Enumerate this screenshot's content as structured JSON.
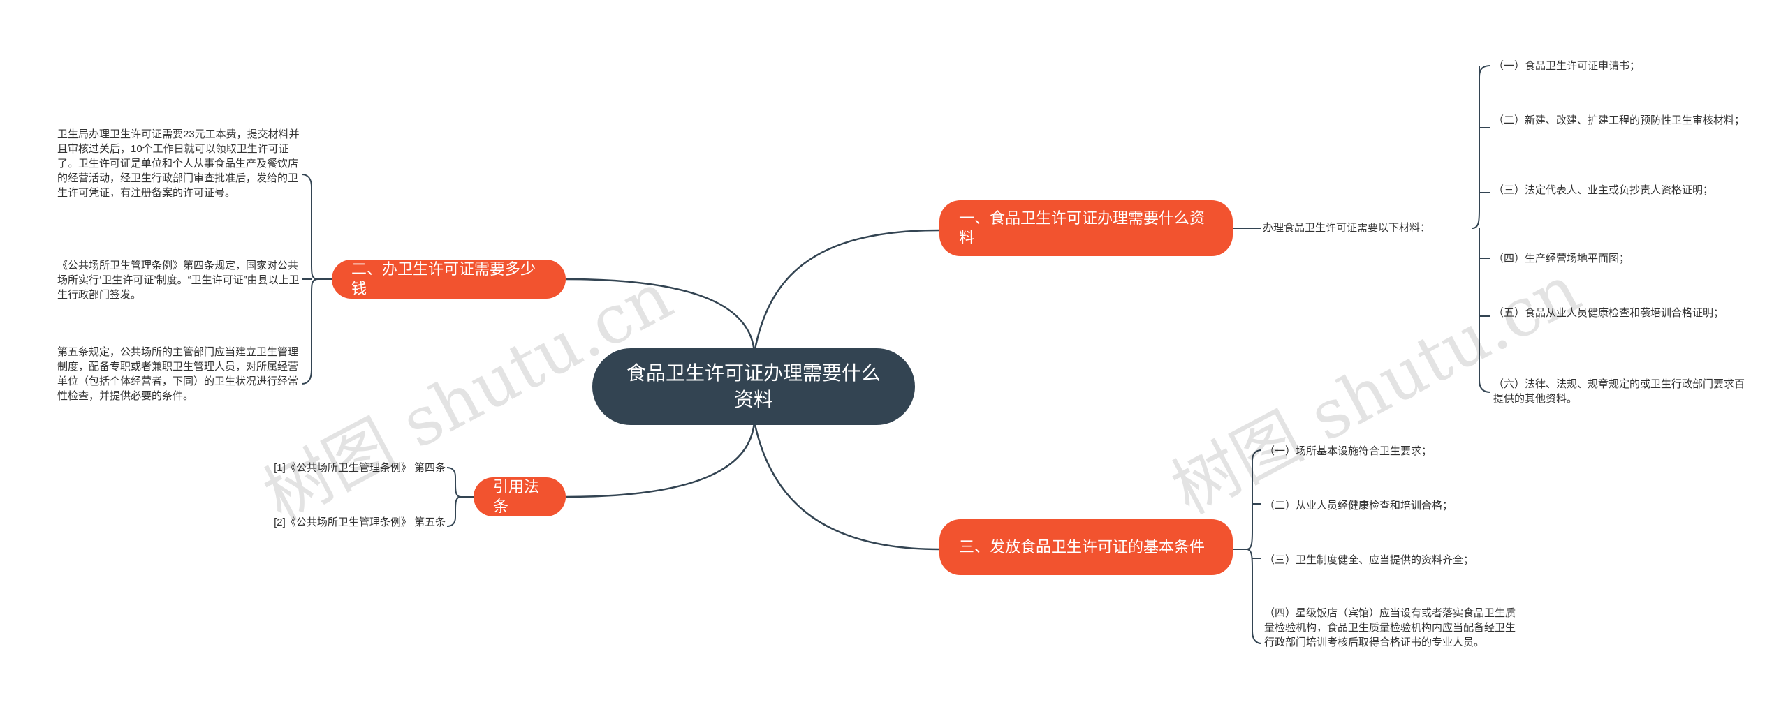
{
  "root": "食品卫生许可证办理需要什么资料",
  "branches": {
    "b1": "一、食品卫生许可证办理需要什么资料",
    "b2": "二、办卫生许可证需要多少钱",
    "b3": "三、发放食品卫生许可证的基本条件",
    "b4": "引用法条"
  },
  "b1_mid": "办理食品卫生许可证需要以下材料：",
  "b1_items": [
    "（一）食品卫生许可证申请书；",
    "（二）新建、改建、扩建工程的预防性卫生审核材料；",
    "（三）法定代表人、业主或负抄责人资格证明；",
    "（四）生产经营场地平面图；",
    "（五）食品从业人员健康检查和袭培训合格证明；",
    "（六）法律、法规、规章规定的或卫生行政部门要求百提供的其他资料。"
  ],
  "b2_items": [
    "卫生局办理卫生许可证需要23元工本费，提交材料并且审核过关后，10个工作日就可以领取卫生许可证了。卫生许可证是单位和个人从事食品生产及餐饮店的经营活动，经卫生行政部门审查批准后，发给的卫生许可凭证，有注册备案的许可证号。",
    "《公共场所卫生管理条例》第四条规定，国家对公共场所实行‘卫生许可证’制度。“卫生许可证”由县以上卫生行政部门签发。",
    "第五条规定，公共场所的主管部门应当建立卫生管理制度，配备专职或者兼职卫生管理人员，对所属经营单位（包括个体经营者，下同）的卫生状况进行经常性检查，并提供必要的条件。"
  ],
  "b3_items": [
    "（一）场所基本设施符合卫生要求；",
    "（二）从业人员经健康检查和培训合格；",
    "（三）卫生制度健全、应当提供的资料齐全；",
    "（四）星级饭店（宾馆）应当设有或者落实食品卫生质量检验机构，食品卫生质量检验机构内应当配备经卫生行政部门培训考核后取得合格证书的专业人员。"
  ],
  "b4_items": [
    "[1]《公共场所卫生管理条例》 第四条",
    "[2]《公共场所卫生管理条例》 第五条"
  ],
  "watermark": "树图 shutu.cn",
  "colors": {
    "root": "#334452",
    "branch": "#f2532f",
    "line": "#334452"
  }
}
